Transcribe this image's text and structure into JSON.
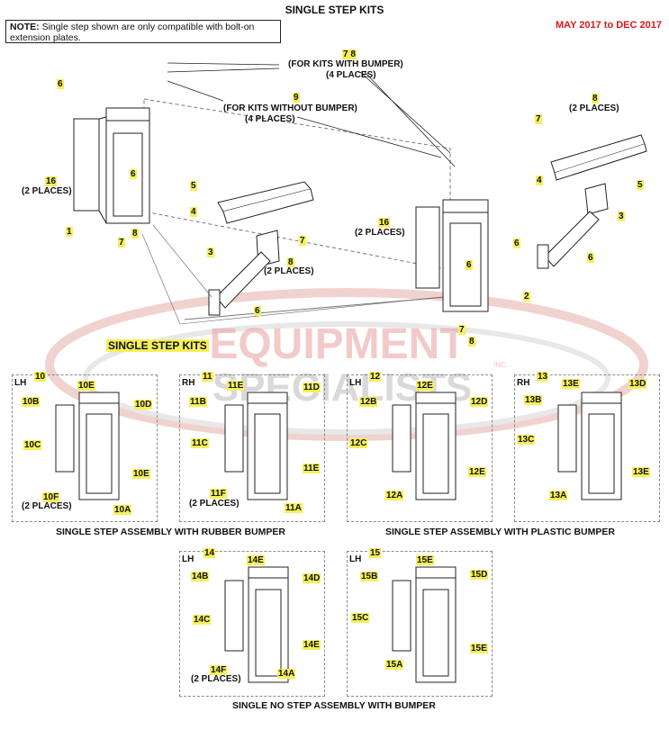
{
  "header": {
    "title": "SINGLE STEP KITS",
    "date_range": "MAY 2017 to DEC 2017",
    "note_label": "NOTE:",
    "note_text": "Single step shown are only compatible with bolt-on extension plates."
  },
  "watermark": {
    "line1": "EQUIPMENT",
    "line2": "SPECIALISTS",
    "suffix": "INC."
  },
  "top_diagram": {
    "section_label": "SINGLE STEP KITS",
    "callouts": [
      {
        "id": "c-6-a",
        "text": "6"
      },
      {
        "id": "c-16-a",
        "text": "16"
      },
      {
        "id": "c-1",
        "text": "1"
      },
      {
        "id": "c-7-a",
        "text": "7"
      },
      {
        "id": "c-8-a",
        "text": "8"
      },
      {
        "id": "c-6-b",
        "text": "6"
      },
      {
        "id": "c-5-a",
        "text": "5"
      },
      {
        "id": "c-4-a",
        "text": "4"
      },
      {
        "id": "c-8-b",
        "text": "8"
      },
      {
        "id": "c-7-b",
        "text": "7"
      },
      {
        "id": "c-3-a",
        "text": "3"
      },
      {
        "id": "c-6-c",
        "text": "6"
      },
      {
        "id": "c-78",
        "text": "7 8"
      },
      {
        "id": "c-9",
        "text": "9"
      },
      {
        "id": "c-8-c",
        "text": "8"
      },
      {
        "id": "c-7-c",
        "text": "7"
      },
      {
        "id": "c-4-b",
        "text": "4"
      },
      {
        "id": "c-5-b",
        "text": "5"
      },
      {
        "id": "c-3-b",
        "text": "3"
      },
      {
        "id": "c-6-d",
        "text": "6"
      },
      {
        "id": "c-6-e",
        "text": "6"
      },
      {
        "id": "c-6-f",
        "text": "6"
      },
      {
        "id": "c-16-b",
        "text": "16"
      },
      {
        "id": "c-2",
        "text": "2"
      },
      {
        "id": "c-7-d",
        "text": "7"
      },
      {
        "id": "c-8-d",
        "text": "8"
      }
    ],
    "notes": {
      "two_places": "(2 PLACES)",
      "with_bumper": "(FOR KITS WITH BUMPER)",
      "without_bumper": "(FOR KITS WITHOUT BUMPER)",
      "four_places": "(4 PLACES)"
    }
  },
  "panels": [
    {
      "side": "LH",
      "num": "10",
      "parts": [
        "10E",
        "10B",
        "10D",
        "10C",
        "10E",
        "10F",
        "10A"
      ],
      "places": "(2 PLACES)"
    },
    {
      "side": "RH",
      "num": "11",
      "parts": [
        "11E",
        "11D",
        "11B",
        "11C",
        "11E",
        "11F",
        "11A"
      ],
      "places": "(2 PLACES)"
    },
    {
      "side": "LH",
      "num": "12",
      "parts": [
        "12E",
        "12B",
        "12D",
        "12C",
        "12E",
        "12A"
      ]
    },
    {
      "side": "RH",
      "num": "13",
      "parts": [
        "13E",
        "13D",
        "13B",
        "13C",
        "13E",
        "13A"
      ]
    },
    {
      "side": "LH",
      "num": "14",
      "parts": [
        "14E",
        "14B",
        "14D",
        "14C",
        "14E",
        "14F",
        "14A"
      ],
      "places": "(2 PLACES)"
    },
    {
      "side": "LH",
      "num": "15",
      "parts": [
        "15E",
        "15B",
        "15D",
        "15C",
        "15E",
        "15A"
      ]
    }
  ],
  "captions": {
    "rubber": "SINGLE STEP ASSEMBLY WITH RUBBER BUMPER",
    "plastic": "SINGLE STEP ASSEMBLY WITH PLASTIC BUMPER",
    "no_step": "SINGLE NO STEP ASSEMBLY WITH BUMPER"
  }
}
